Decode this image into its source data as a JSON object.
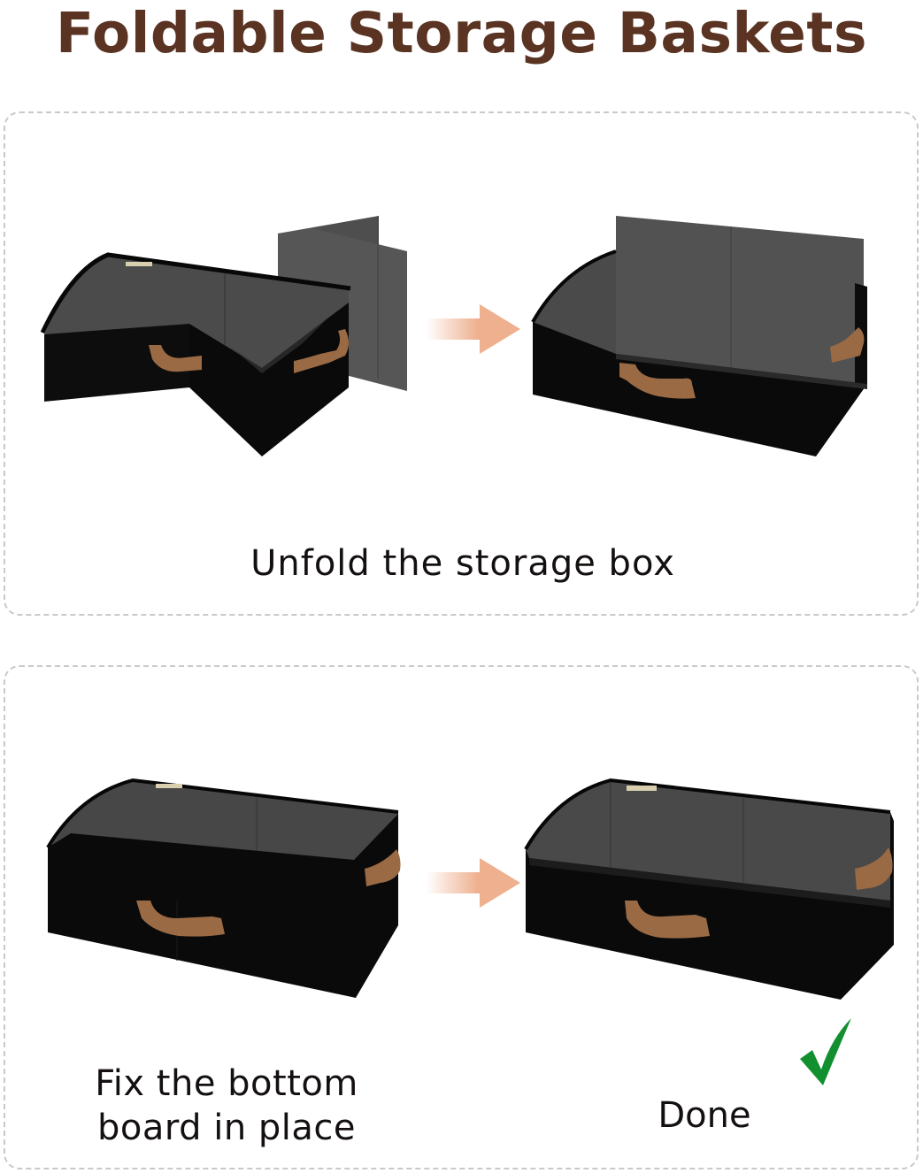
{
  "title": "Foldable Storage Baskets",
  "colors": {
    "title": "#5a3322",
    "caption": "#141010",
    "panel_border": "#c9c9c9",
    "arrow": "#eeb08e",
    "check": "#12902f",
    "box_exterior": "#0b0b0b",
    "box_interior": "#4a4a4a",
    "board": "#555555",
    "handle": "#9a6a44"
  },
  "steps": [
    {
      "caption": "Unfold the storage box",
      "images": [
        {
          "icon": "folded-box-with-board-illustration"
        },
        {
          "icon": "arrow-right-icon"
        },
        {
          "icon": "unfolded-box-with-upright-board-illustration"
        }
      ]
    },
    {
      "caption_lines": [
        "Fix the bottom",
        "board in place"
      ],
      "images": [
        {
          "icon": "box-board-inserted-illustration"
        },
        {
          "icon": "arrow-right-icon"
        },
        {
          "icon": "finished-box-illustration"
        }
      ],
      "result_label": "Done",
      "result_icon": "checkmark-icon"
    }
  ]
}
